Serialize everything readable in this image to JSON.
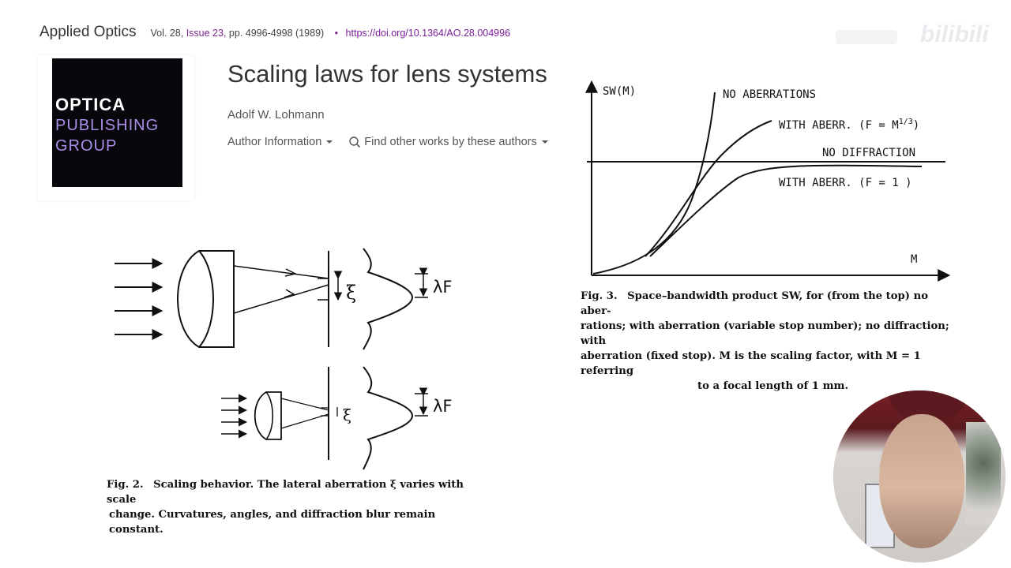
{
  "header": {
    "journal": "Applied Optics",
    "volume": "Vol. 28,",
    "issue": "Issue 23,",
    "pages": "pp. 4996-4998",
    "year": "(1989)",
    "doi": "https://doi.org/10.1364/AO.28.004996"
  },
  "logo": {
    "line1": "OPTICA",
    "line2": "PUBLISHING",
    "line3": "GROUP"
  },
  "article": {
    "title": "Scaling laws for lens systems",
    "author": "Adolf W. Lohmann",
    "author_info_label": "Author Information",
    "find_works_label": "Find other works by these authors"
  },
  "fig2": {
    "label_top": "λF",
    "label_bottom": "λF",
    "xi_top": "ξ",
    "xi_bottom": "ξ",
    "caption_num": "Fig. 2.",
    "caption_line1": "Scaling behavior.   The lateral aberration ξ varies with scale",
    "caption_line2": "change.   Curvatures, angles, and diffraction blur remain constant."
  },
  "fig3": {
    "y_axis_label": "SW(M)",
    "x_axis_label": "M",
    "curve_labels": {
      "no_aberr": "NO ABERRATIONS",
      "with_aberr_var": "WITH ABERR. (F = M",
      "with_aberr_var_exp": "1/3",
      "with_aberr_var_close": ")",
      "no_diff": "NO DIFFRACTION",
      "with_aberr_fixed": "WITH ABERR. (F = 1 )"
    },
    "caption_num": "Fig. 3.",
    "caption_line1": "Space–bandwidth product SW, for (from the top) no aber-",
    "caption_line2": "rations; with aberration (variable stop number); no diffraction; with",
    "caption_line3": "aberration (fixed stop).   M is the scaling factor, with M = 1 referring",
    "caption_line4": "to a focal length of 1 mm."
  },
  "watermark": "bilibili",
  "colors": {
    "doi_link": "#7a1f9a",
    "logo_bg": "#07070c",
    "logo_accent": "#a98fe8"
  }
}
